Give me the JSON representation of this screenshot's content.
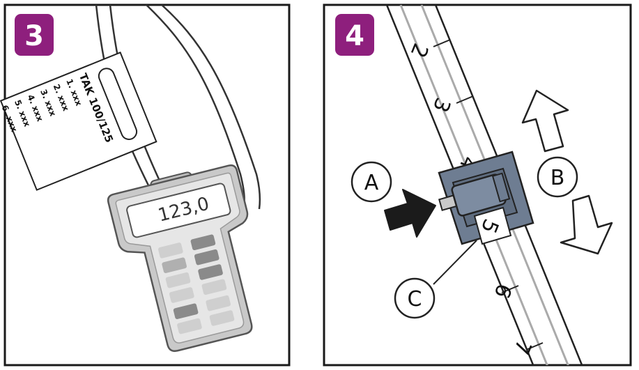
{
  "colors": {
    "badge": "#8e1f7d",
    "frame": "#1a1a1a",
    "device_body": "#c9c9c9",
    "device_key_dark": "#8a8a8a",
    "device_key_light": "#cfcfcf",
    "clamp_body": "#6e7d92",
    "arrow_fill": "#1b1b1b"
  },
  "panel_left": {
    "step": "3",
    "tag": {
      "title": "TAK 100/125",
      "lines": [
        "1. xxx",
        "2. xxx",
        "3. xxx",
        "4. xxx",
        "5. xxx",
        "6. xxx"
      ]
    },
    "device": {
      "display": "123,0"
    }
  },
  "panel_right": {
    "step": "4",
    "scale_numbers": [
      "2",
      "3",
      "4",
      "5",
      "6",
      "7"
    ],
    "callouts": {
      "a": "A",
      "b": "B",
      "c": "C"
    },
    "icons": {
      "push_arrow": "arrow-right-icon",
      "up_arrow": "arrow-up-icon",
      "down_arrow": "arrow-down-icon"
    }
  }
}
